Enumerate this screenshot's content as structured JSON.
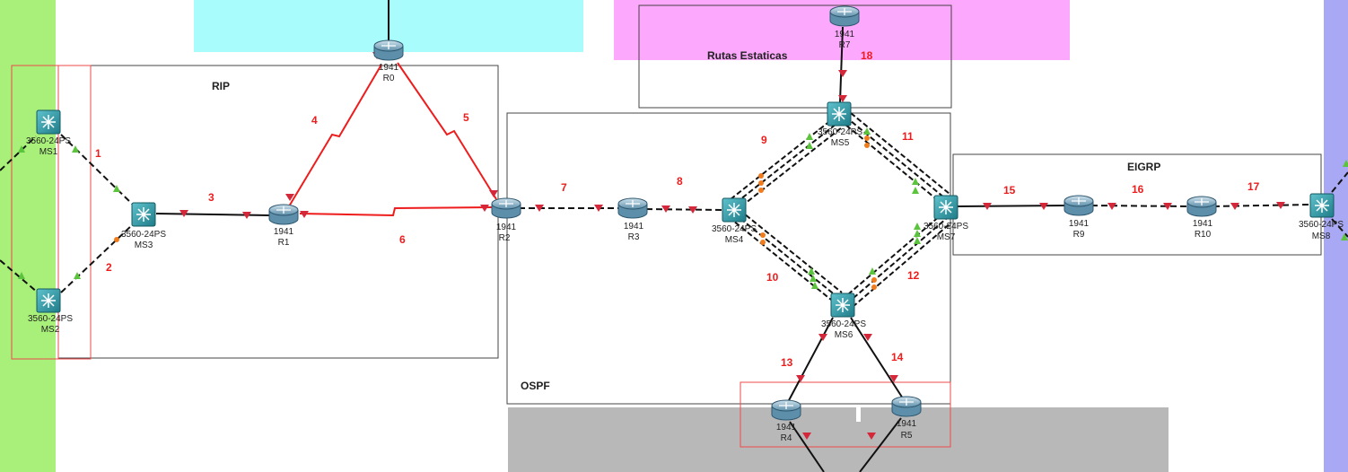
{
  "areas": {
    "rip": "RIP",
    "ospf": "OSPF",
    "eigrp": "EIGRP",
    "static": "Rutas Estaticas"
  },
  "devices": {
    "ms1": {
      "model": "3560-24PS",
      "name": "MS1"
    },
    "ms2": {
      "model": "3560-24PS",
      "name": "MS2"
    },
    "ms3": {
      "model": "3560-24PS",
      "name": "MS3"
    },
    "ms4": {
      "model": "3560-24PS",
      "name": "MS4"
    },
    "ms5": {
      "model": "3560-24PS",
      "name": "MS5"
    },
    "ms6": {
      "model": "3560-24PS",
      "name": "MS6"
    },
    "ms7": {
      "model": "3560-24PS",
      "name": "MS7"
    },
    "ms8": {
      "model": "3560-24PS",
      "name": "MS8"
    },
    "r0": {
      "model": "1941",
      "name": "R0"
    },
    "r1": {
      "model": "1941",
      "name": "R1"
    },
    "r2": {
      "model": "1941",
      "name": "R2"
    },
    "r3": {
      "model": "1941",
      "name": "R3"
    },
    "r4": {
      "model": "1941",
      "name": "R4"
    },
    "r5": {
      "model": "1941",
      "name": "R5"
    },
    "r7": {
      "model": "1941",
      "name": "R7"
    },
    "r9": {
      "model": "1941",
      "name": "R9"
    },
    "r10": {
      "model": "1941",
      "name": "R10"
    }
  },
  "link_numbers": [
    "1",
    "2",
    "3",
    "4",
    "5",
    "6",
    "7",
    "8",
    "9",
    "10",
    "11",
    "12",
    "13",
    "14",
    "15",
    "16",
    "17",
    "18"
  ],
  "colors": {
    "green_area": "#a8f07a",
    "cyan_area": "#a8fcfc",
    "magenta_area": "#fca8fc",
    "gray_area": "#b8b8b8",
    "blue_area": "#a8a8f4",
    "red": "#ee1c1c",
    "green_port": "#5cc43c",
    "orange_port": "#f07c1c",
    "switch": "#2b9aa6",
    "router": "#7fb0c8"
  }
}
